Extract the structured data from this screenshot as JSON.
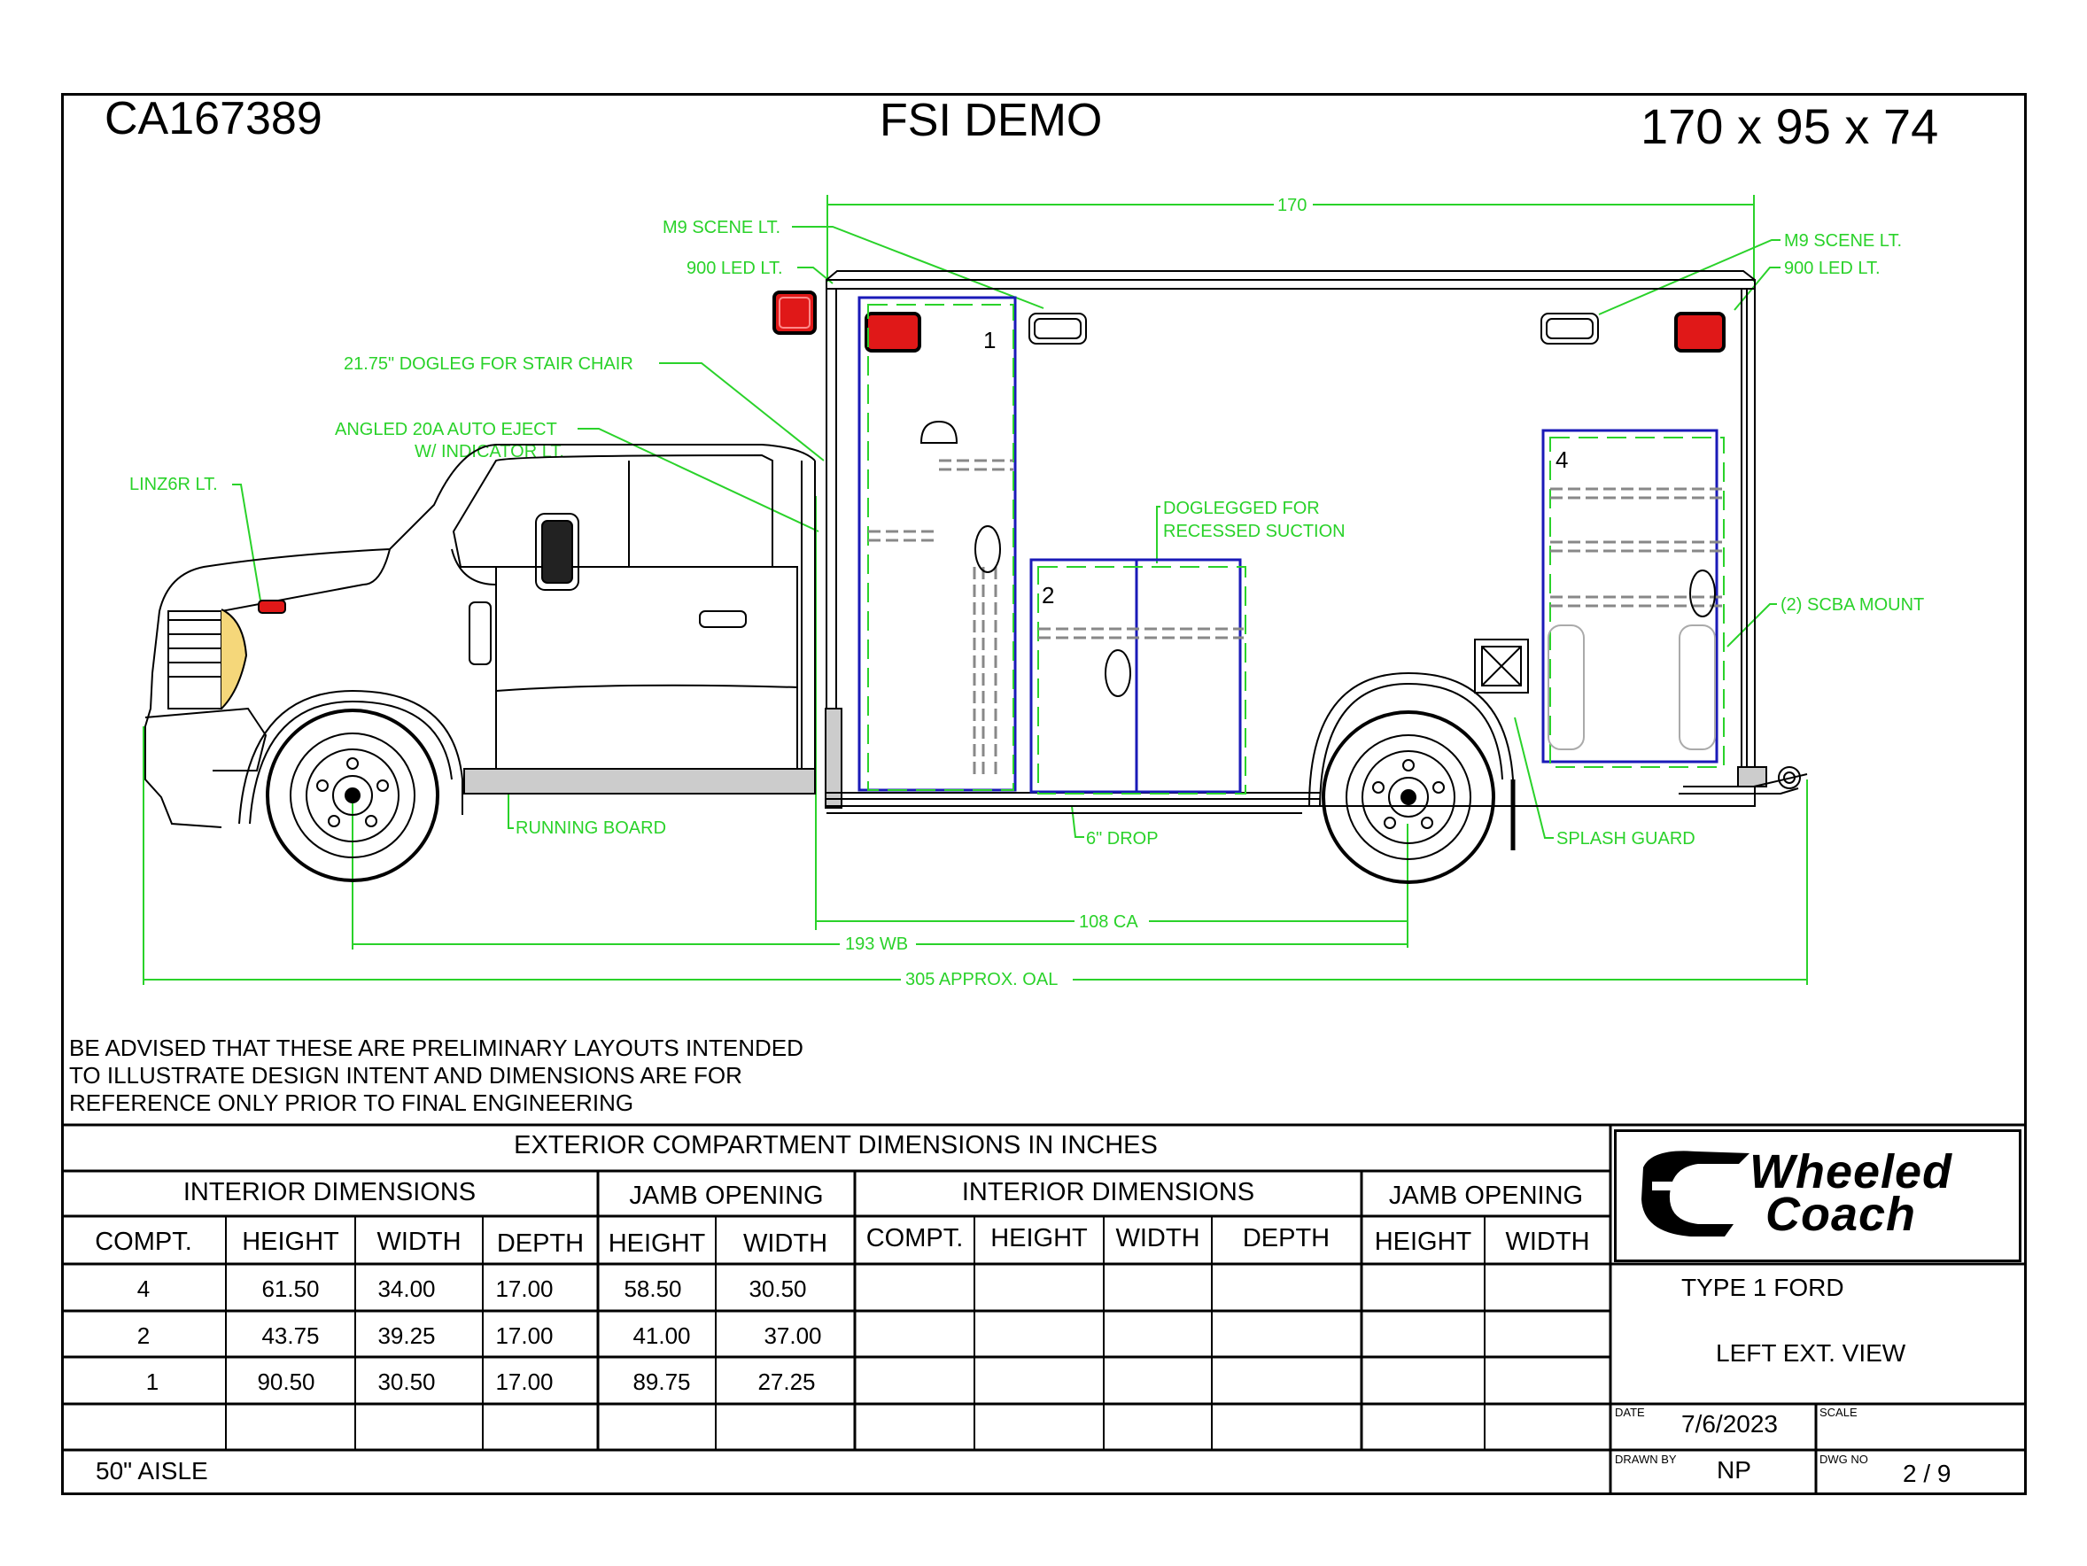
{
  "header": {
    "job_number": "CA167389",
    "customer": "FSI DEMO",
    "dimensions": "170 x 95 x 74"
  },
  "callouts": {
    "m9_scene_left": "M9 SCENE LT.",
    "led900_left": "900 LED LT.",
    "dogleg_stair": "21.75\" DOGLEG FOR STAIR CHAIR",
    "auto_eject_1": "ANGLED 20A AUTO EJECT",
    "auto_eject_2": "W/ INDICATOR LT.",
    "linz": "LINZ6R LT.",
    "m9_scene_right": "M9 SCENE LT.",
    "led900_right": "900 LED LT.",
    "doglegged_1": "DOGLEGGED FOR",
    "doglegged_2": "RECESSED SUCTION",
    "scba": "(2) SCBA MOUNT",
    "running_board": "RUNNING BOARD",
    "drop": "6\" DROP",
    "splash_guard": "SPLASH GUARD"
  },
  "dimensions": {
    "body_length": "170",
    "cab_axle": "108 CA",
    "wheelbase": "193 WB",
    "overall": "305 APPROX. OAL"
  },
  "compartment_numbers": [
    "1",
    "2",
    "4"
  ],
  "disclaimer": [
    "BE ADVISED THAT THESE ARE PRELIMINARY LAYOUTS INTENDED",
    "TO ILLUSTRATE DESIGN INTENT AND DIMENSIONS  ARE FOR",
    "REFERENCE ONLY PRIOR TO FINAL ENGINEERING"
  ],
  "table": {
    "title": "EXTERIOR COMPARTMENT DIMENSIONS IN INCHES",
    "group_interior": "INTERIOR DIMENSIONS",
    "group_jamb": "JAMB OPENING",
    "columns": [
      "COMPT.",
      "HEIGHT",
      "WIDTH",
      "DEPTH",
      "HEIGHT",
      "WIDTH",
      "COMPT.",
      "HEIGHT",
      "WIDTH",
      "DEPTH",
      "HEIGHT",
      "WIDTH"
    ],
    "rows": [
      [
        "4",
        "61.50",
        "34.00",
        "17.00",
        "58.50",
        "30.50"
      ],
      [
        "2",
        "43.75",
        "39.25",
        "17.00",
        "41.00",
        "37.00"
      ],
      [
        "1",
        "90.50",
        "30.50",
        "17.00",
        "89.75",
        "27.25"
      ]
    ],
    "aisle": "50\" AISLE"
  },
  "title_block": {
    "logo_line1": "Wheeled",
    "logo_line2": "Coach",
    "type": "TYPE 1 FORD",
    "view": "LEFT EXT. VIEW",
    "date_label": "DATE",
    "date": "7/6/2023",
    "scale_label": "SCALE",
    "drawn_label": "DRAWN BY",
    "drawn_by": "NP",
    "dwg_label": "DWG NO",
    "dwg_no": "2 / 9"
  },
  "colors": {
    "green": "#2ad22a",
    "blue": "#1a1ab8",
    "red": "#e01818"
  }
}
